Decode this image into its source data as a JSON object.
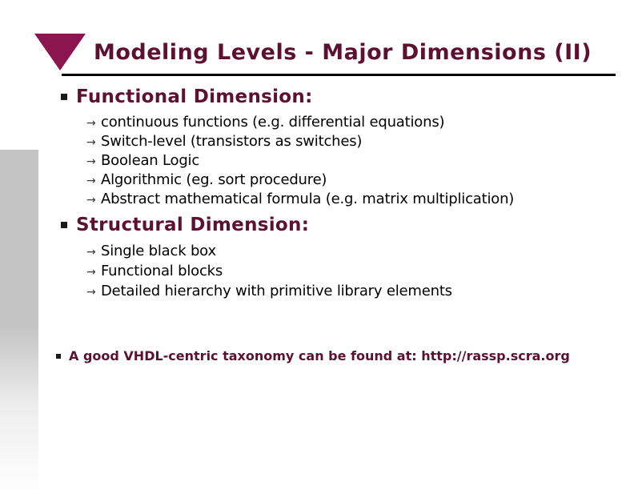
{
  "slide": {
    "title": "Modeling Levels - Major Dimensions (II)",
    "sections": [
      {
        "heading": "Functional Dimension:",
        "items": [
          "continuous functions (e.g. differential equations)",
          "Switch-level (transistors as switches)",
          "Boolean Logic",
          "Algorithmic (eg. sort procedure)",
          "Abstract mathematical formula (e.g. matrix multiplication)"
        ]
      },
      {
        "heading": "Structural Dimension:",
        "items": [
          "Single black box",
          "Functional blocks",
          "Detailed hierarchy with primitive library elements"
        ]
      }
    ],
    "footnote": "A good VHDL-centric taxonomy can be found at: http://rassp.scra.org",
    "glyphs": {
      "arrow_bullet": "→"
    },
    "colors": {
      "accent_maroon": "#8b154f",
      "heading_text": "#5c1130",
      "body_text": "#000000",
      "left_bar_gray": "#c4c4c4"
    }
  }
}
